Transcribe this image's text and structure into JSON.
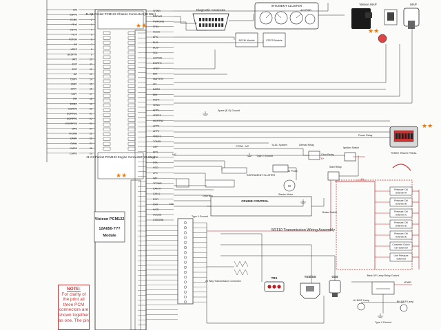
{
  "pcm_connector": {
    "title": "J1-C1 Pocket PCM122 Chassis Connector (46 Way)",
    "lower_title": "J1-C2 Pocket PCM122 Engine Connector (46 Way)",
    "module_name": "Visteon PCM122",
    "module_part": "12A650-???",
    "module_word": "Module"
  },
  "left_signals": [
    "A/C",
    "CBV-C",
    "CCNC",
    "FP-C",
    "VST-C",
    "FC-V",
    "VSTCH",
    "EF",
    "VREF",
    "BKSFTN",
    "IAT2",
    "ECT",
    "EOT",
    "IAT",
    "CMP+",
    "CMP-",
    "CKP+",
    "CKP-",
    "IPR",
    "EGRC",
    "EGRVC",
    "EGRPEC",
    "EGRPFC",
    "EGRPFC2",
    "GPC",
    "FICMM",
    "CANH",
    "CANL",
    "CMPO",
    "CMPO"
  ],
  "left_pin_numbers": [
    "",
    "1",
    "2",
    "3",
    "4",
    "5",
    "6",
    "7",
    "8",
    "9",
    "10",
    "11",
    "12",
    "13",
    "14",
    "15",
    "16",
    "17",
    "18",
    "19",
    "20",
    "21",
    "22",
    "23",
    "24",
    "25",
    "26",
    "27",
    "28",
    "29"
  ],
  "right_signals": [
    "VPWR",
    "KAPWR",
    "PWRGND",
    "FPM",
    "ACCS",
    "EPC",
    "BUS-",
    "BUS+",
    "SCL",
    "ACPSW",
    "EGRTH",
    "VREF",
    "BIM",
    "MAFRTN",
    "IAT",
    "BARO",
    "BIM",
    "PSFP",
    "SENS",
    "APP1",
    "VREF2",
    "MGRTN2",
    "APP2",
    "APP1",
    "VREF3",
    "TCMSL",
    "OFF",
    "BPS",
    "TRC",
    "DOL",
    "VSO",
    "LFC",
    "WIF",
    "TFPWR",
    "CAN H",
    "CAN L",
    "EGR",
    "IDM",
    "IVCE",
    "SCCSE",
    "CSSGND"
  ],
  "diagnostic_connector": {
    "title": "Diagnostic Connector"
  },
  "instrument_cluster": {
    "title": "INTUMENT CLUSTER",
    "sub": "ACVPWR"
  },
  "apcm": {
    "label": "APCM Module"
  },
  "stats": {
    "label": "STATS Module"
  },
  "visteon_map": {
    "title": "Visteon MAP"
  },
  "map": {
    "title": "MAP"
  },
  "three_track_pedal": {
    "label": "THREE TRACK PEDAL"
  },
  "annotations": {
    "to_ac_system": "To AC System",
    "cpsw": "CPSW - NC",
    "spare_ground": "Spare (E-S) Ground",
    "nc": "N/C",
    "defrost_relay": "Defrost Relay",
    "glow_plug_relay": "Glow Relay",
    "type2_ground": "Type 2 Ground",
    "upgradable": "Upgradable Module",
    "instrument_cluster2": "INSTRUMENT CLUSTER",
    "abs_module": "ABS Module",
    "starter_motor": "Starter Motor",
    "water_fuel": "Water in Fuel Probe",
    "cruise_control": "CRUISE CONTROL",
    "data_bus": "Data Bus",
    "brake_switch": "Brake Switch",
    "transmission_assembly": "5R110 Transmission Wiring Assembly",
    "connector_24": "24 Way Transmission Connector",
    "type4_ground": "Type 4 Ground",
    "trs": "TRS",
    "tss": "TSS/ISS",
    "oss": "OSS",
    "backup_relay": "Back UP Lamp Relay Control",
    "lh_lamp": "LH B/UP Lamp",
    "rh_lamp": "RH B/UP Lamp",
    "type_ground": "Type 4 Ground",
    "vpwr": "VPWR",
    "ignition_switch": "Ignition Switch",
    "start_relay": "Start Relay",
    "power_relay": "Power Relay",
    "b_plus": "B+"
  },
  "solenoids": [
    "Pressure Ctrl Solenoid A",
    "Pressure Ctrl Solenoid B",
    "Pressure Ctrl Solenoid C",
    "Pressure Ctrl Solenoid D",
    "Pressure Ctrl Solenoid E",
    "Converter Clutch Ctrl Solenoid",
    "Line Pressure Solenoid"
  ],
  "note": {
    "heading": "NOTE:",
    "body": "For clarity of the print all three PCM connectors are shown together as one. The pin"
  },
  "colors": {
    "wire": "#2a2a2a",
    "red_wire": "#c41a1a",
    "accent_star": "#e07a1a",
    "dark": "#1a1a1a"
  }
}
